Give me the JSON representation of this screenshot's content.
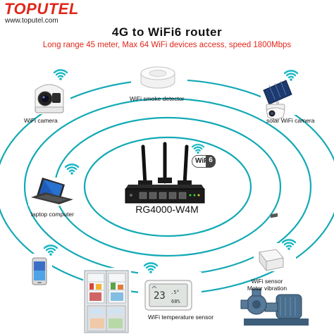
{
  "brand": {
    "logo": "TOPUTEL",
    "url": "www.toputel.com"
  },
  "title": "4G  to WiFi6  router",
  "subtitle": "Long range 45 meter,  Max 64 WiFi devices access, speed 1800Mbps",
  "router": {
    "model": "RG4000-W4M",
    "badge_text": "WiFi",
    "badge_number": "6"
  },
  "devices": {
    "smoke_detector": "WiFi smoke detector",
    "wifi_camera": "WiFi camera",
    "solar_camera": "solar WiFi camera",
    "laptop": "laptop computer",
    "sensor_line1": "WiFi sensor",
    "sensor_line2": "Motor  vibration",
    "temperature_sensor": "WiFi  temperature sensor"
  },
  "colors": {
    "brand_red": "#e0261b",
    "ring_teal": "#13a9b5",
    "wifi_teal": "#19b7c4",
    "text_dark": "#111111"
  },
  "icons": [
    "wifi-signal-icon",
    "smoke-detector-icon",
    "wifi-camera-icon",
    "solar-camera-icon",
    "laptop-icon",
    "smartphone-icon",
    "fridge-icon",
    "thermometer-sensor-icon",
    "vibration-sensor-icon",
    "motor-pump-icon",
    "router-icon"
  ]
}
